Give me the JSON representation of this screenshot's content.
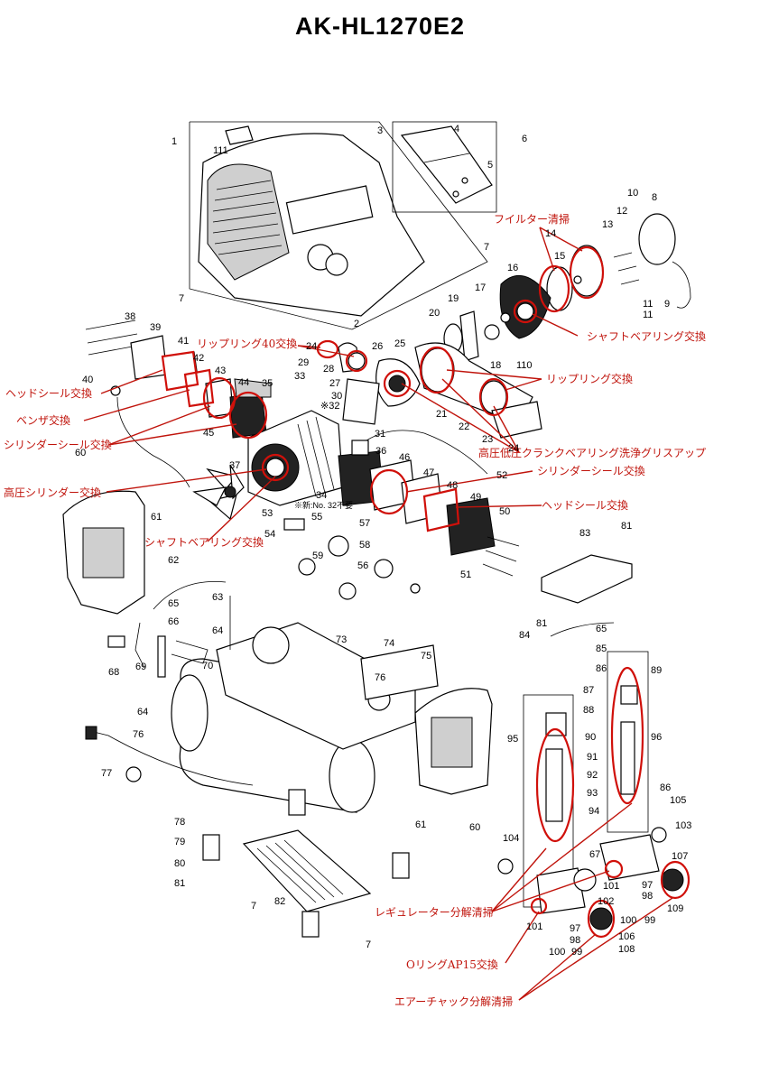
{
  "title": "AK-HL1270E2",
  "annotations": [
    {
      "id": "filter",
      "text": "フイルター清掃"
    },
    {
      "id": "shaft1",
      "text": "シャフトベアリング交換"
    },
    {
      "id": "lip40",
      "text": "リップリング40交換"
    },
    {
      "id": "lip",
      "text": "リップリング交換"
    },
    {
      "id": "headseal_l",
      "text": "ヘッドシール交換"
    },
    {
      "id": "valve",
      "text": "ベンザ交換"
    },
    {
      "id": "cylseal_l",
      "text": "シリンダーシール交換"
    },
    {
      "id": "hpcyl",
      "text": "高圧シリンダー交換"
    },
    {
      "id": "crank",
      "text": "高圧低圧クランクベアリング洗浄グリスアップ"
    },
    {
      "id": "cylseal_r",
      "text": "シリンダーシール交換"
    },
    {
      "id": "headseal_r",
      "text": "ヘッドシール交換"
    },
    {
      "id": "shaft2",
      "text": "シャフトベアリング交換"
    },
    {
      "id": "regulator",
      "text": "レギュレーター分解清掃"
    },
    {
      "id": "oring",
      "text": "OリングAP15交換"
    },
    {
      "id": "airchuck",
      "text": "エアーチャック分解清掃"
    }
  ],
  "note_34": "※新:No. 32不要",
  "part_numbers": {
    "p1": "1",
    "p2": "2",
    "p3": "3",
    "p4": "4",
    "p5": "5",
    "p6": "6",
    "p7a": "7",
    "p7b": "7",
    "p7c": "7",
    "p7d": "7",
    "p7e": "7",
    "p8": "8",
    "p9": "9",
    "p10": "10",
    "p11a": "11",
    "p11b": "11",
    "p12": "12",
    "p13": "13",
    "p14": "14",
    "p15": "15",
    "p16": "16",
    "p17": "17",
    "p18": "18",
    "p19": "19",
    "p20": "20",
    "p21": "21",
    "p22": "22",
    "p23": "23",
    "p24a": "24",
    "p24b": "24",
    "p25": "25",
    "p26": "26",
    "p27": "27",
    "p28": "28",
    "p29": "29",
    "p30": "30",
    "p31": "31",
    "p32": "※32",
    "p33": "33",
    "p34": "34",
    "p35": "35",
    "p36": "36",
    "p37": "37",
    "p38": "38",
    "p39": "39",
    "p40": "40",
    "p41": "41",
    "p42": "42",
    "p43": "43",
    "p44": "44",
    "p45": "45",
    "p46": "46",
    "p47": "47",
    "p48": "48",
    "p49": "49",
    "p50": "50",
    "p51": "51",
    "p52": "52",
    "p53": "53",
    "p54": "54",
    "p55": "55",
    "p56": "56",
    "p57": "57",
    "p58": "58",
    "p59": "59",
    "p60a": "60",
    "p60b": "60",
    "p61a": "61",
    "p61b": "61",
    "p62": "62",
    "p63": "63",
    "p64a": "64",
    "p64b": "64",
    "p65a": "65",
    "p65b": "65",
    "p66": "66",
    "p67": "67",
    "p68": "68",
    "p69": "69",
    "p70": "70",
    "p73": "73",
    "p74": "74",
    "p75": "75",
    "p76a": "76",
    "p76b": "76",
    "p77": "77",
    "p78": "78",
    "p79": "79",
    "p80": "80",
    "p81a": "81",
    "p81b": "81",
    "p81c": "81",
    "p82": "82",
    "p83": "83",
    "p84": "84",
    "p85": "85",
    "p86a": "86",
    "p86b": "86",
    "p87": "87",
    "p88": "88",
    "p89": "89",
    "p90": "90",
    "p91": "91",
    "p92": "92",
    "p93": "93",
    "p94": "94",
    "p95": "95",
    "p96": "96",
    "p97a": "97",
    "p97b": "97",
    "p98a": "98",
    "p98b": "98",
    "p99a": "99",
    "p99b": "99",
    "p100a": "100",
    "p100b": "100",
    "p101a": "101",
    "p101b": "101",
    "p102": "102",
    "p103": "103",
    "p104": "104",
    "p105": "105",
    "p106": "106",
    "p107": "107",
    "p108": "108",
    "p109": "109",
    "p110": "110",
    "p111": "111"
  },
  "colors": {
    "annotation": "#c0140c",
    "line": "#000000",
    "background": "#ffffff"
  }
}
